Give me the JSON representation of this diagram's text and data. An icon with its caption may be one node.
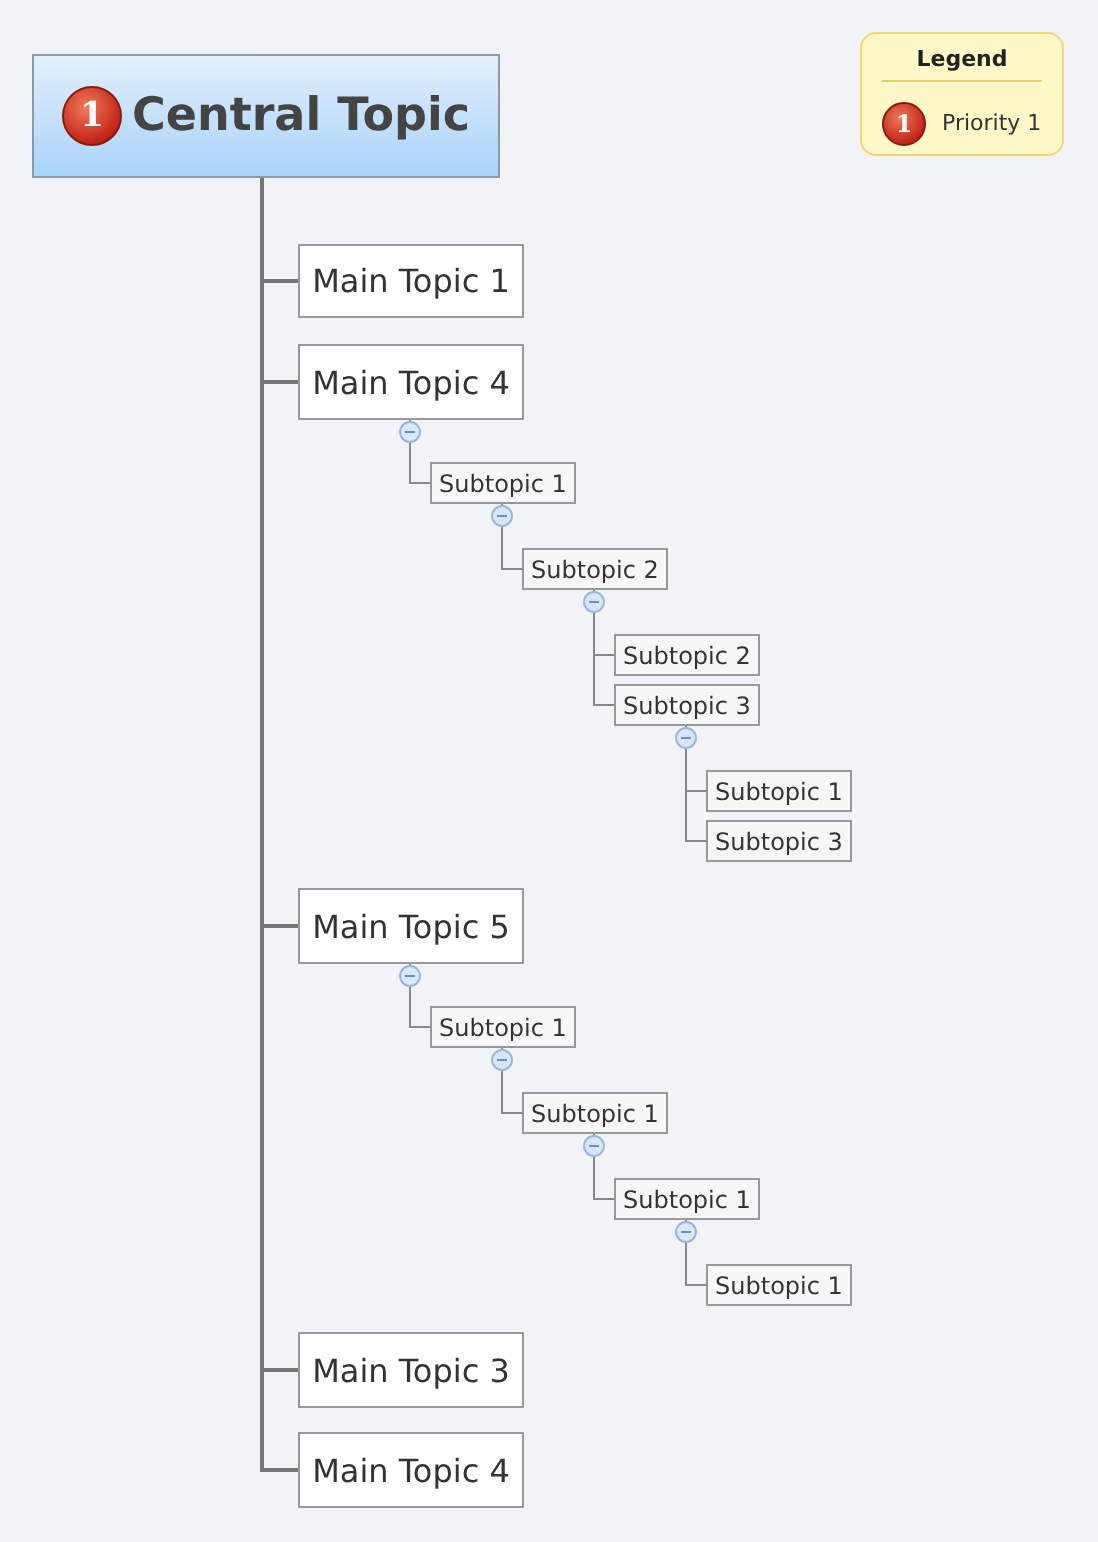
{
  "diagram": {
    "nodes": [
      {
        "text": [
          "1",
          "Central Topic"
        ]
      },
      {
        "text": [
          "Main Topic 1"
        ]
      },
      {
        "text": [
          "Main Topic 4"
        ]
      },
      {
        "text": [
          "Subtopic 1"
        ]
      },
      {
        "text": [
          "Subtopic 2"
        ]
      },
      {
        "text": [
          "Subtopic 2"
        ]
      },
      {
        "text": [
          "Subtopic 3"
        ]
      },
      {
        "text": [
          "Subtopic 1"
        ]
      },
      {
        "text": [
          "Subtopic 3"
        ]
      },
      {
        "text": [
          "Main Topic 5"
        ]
      },
      {
        "text": [
          "Subtopic 1"
        ]
      },
      {
        "text": [
          "Subtopic 1"
        ]
      },
      {
        "text": [
          "Subtopic 1"
        ]
      },
      {
        "text": [
          "Subtopic 1"
        ]
      },
      {
        "text": [
          "Main Topic 3"
        ]
      },
      {
        "text": [
          "Main Topic 4"
        ]
      }
    ],
    "edges": [
      {
        "from": 0,
        "to": 1,
        "arrow": "none"
      },
      {
        "from": 0,
        "to": 2,
        "arrow": "none"
      },
      {
        "from": 0,
        "to": 9,
        "arrow": "none"
      },
      {
        "from": 0,
        "to": 14,
        "arrow": "none"
      },
      {
        "from": 0,
        "to": 15,
        "arrow": "none"
      },
      {
        "from": 2,
        "to": 3,
        "arrow": "none"
      },
      {
        "from": 3,
        "to": 4,
        "arrow": "none"
      },
      {
        "from": 4,
        "to": 5,
        "arrow": "none"
      },
      {
        "from": 4,
        "to": 6,
        "arrow": "none"
      },
      {
        "from": 6,
        "to": 7,
        "arrow": "none"
      },
      {
        "from": 6,
        "to": 8,
        "arrow": "none"
      },
      {
        "from": 9,
        "to": 10,
        "arrow": "none"
      },
      {
        "from": 10,
        "to": 11,
        "arrow": "none"
      },
      {
        "from": 11,
        "to": 12,
        "arrow": "none"
      },
      {
        "from": 12,
        "to": 13,
        "arrow": "none"
      }
    ],
    "labels": [
      "Legend",
      "1"
    ],
    "legend": [
      {
        "text": "Priority 1"
      }
    ]
  }
}
